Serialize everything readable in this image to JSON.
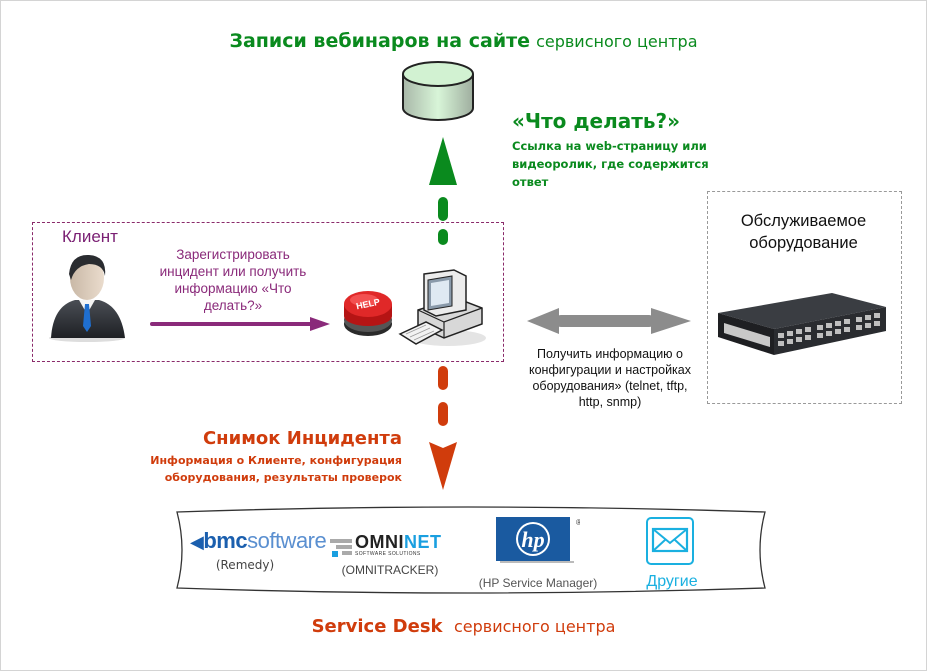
{
  "header": {
    "title_bold": "Записи вебинаров на сайте",
    "title_light": "сервисного центра"
  },
  "whatdo": {
    "title": "«Что делать?»",
    "description": "Ссылка на web-страницу или видеоролик, где содержится ответ"
  },
  "client": {
    "label": "Клиент",
    "action_text": "Зарегистрировать инцидент или получить информацию «Что делать?»",
    "help_button_label": "HELP"
  },
  "equipment": {
    "title": "Обслуживаемое оборудование",
    "info_text": "Получить информацию о конфигурации и настройках оборудования» (telnet, tftp, http, snmp)"
  },
  "snapshot": {
    "title": "Снимок Инцидента",
    "description": "Информация о Клиенте, конфигурация оборудования, результаты проверок"
  },
  "service_desk": {
    "title_bold": "Service Desk",
    "title_light": "сервисного центра",
    "vendors": [
      {
        "logo": "bmcsoftware",
        "logo_bold": "bmc",
        "logo_light": "software",
        "caption": "(Remedy)"
      },
      {
        "logo": "omninet",
        "logo_dark": "OMNI",
        "logo_accent": "NET",
        "logo_sub": "SOFTWARE SOLUTIONS",
        "caption": "(OMNITRACKER)"
      },
      {
        "logo": "hp",
        "logo_text": "hp",
        "caption": "(HP Service Manager)"
      },
      {
        "logo": "envelope-icon",
        "caption": "Другие"
      }
    ]
  },
  "colors": {
    "green": "#0a8a1e",
    "orange_red": "#d03c0c",
    "purple": "#8a2a7a",
    "gray_arrow": "#8c8c8c",
    "hp_blue": "#1a5aa0",
    "cyan": "#1ab0e0"
  }
}
